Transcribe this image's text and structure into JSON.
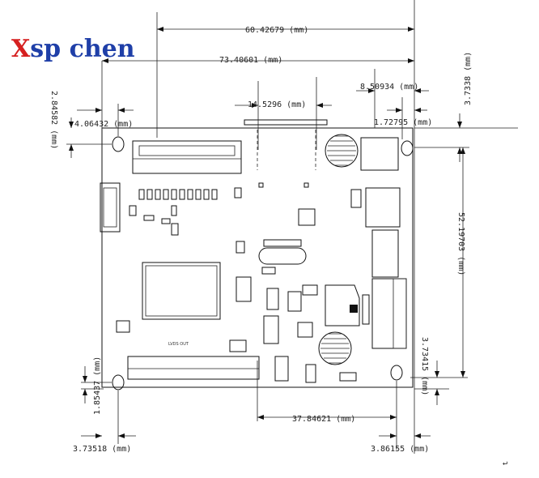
{
  "watermark": {
    "prefix": "X",
    "text": "sp chen",
    "prefix_color": "#d62020",
    "text_color": "#1f3fa8"
  },
  "dimensions": {
    "top_width": "60.42679 (mm)",
    "overall_width": "73.40601 (mm)",
    "right_offset": "8.50934 (mm)",
    "connector_width": "14.5296 (mm)",
    "left_hole_x": "4.06432 (mm)",
    "right_hole_x": "1.72795 (mm)",
    "left_hole_y": "2.84582 (mm)",
    "right_hole_y": "3.7338 (mm)",
    "height": "52.19703 (mm)",
    "bottom_right_hole_y": "3.73415 (mm)",
    "bottom_left_hole_y": "1.85437 (mm)",
    "bottom_hole_span": "37.84621 (mm)",
    "bottom_left_hole_x": "3.73518 (mm)",
    "bottom_right_hole_x": "3.86155 (mm)"
  },
  "board_label": "LVDS OUT",
  "footer_mark": "↵",
  "colors": {
    "ink": "#111111",
    "background": "#ffffff"
  }
}
